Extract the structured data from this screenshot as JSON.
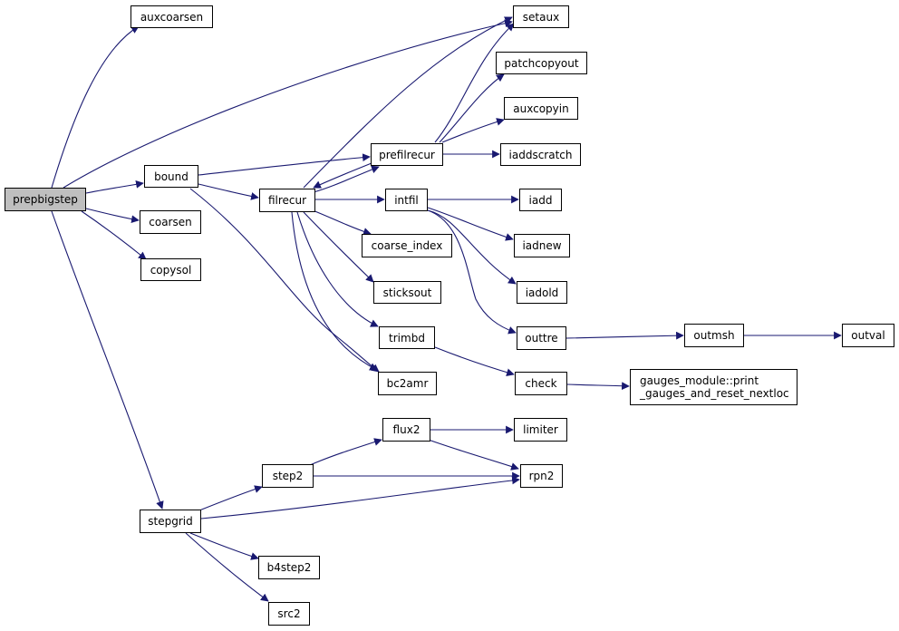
{
  "diagram": {
    "type": "call-graph",
    "root": "prepbigstep",
    "colors": {
      "edge": "#191970",
      "root_fill": "#bfbfbf",
      "node_fill": "#ffffff",
      "border": "#000000"
    },
    "nodes": {
      "prepbigstep": "prepbigstep",
      "auxcoarsen": "auxcoarsen",
      "setaux": "setaux",
      "patchcopyout": "patchcopyout",
      "auxcopyin": "auxcopyin",
      "prefilrecur": "prefilrecur",
      "iaddscratch": "iaddscratch",
      "bound": "bound",
      "filrecur": "filrecur",
      "intfil": "intfil",
      "iadd": "iadd",
      "coarsen": "coarsen",
      "coarse_index": "coarse_index",
      "iadnew": "iadnew",
      "copysol": "copysol",
      "sticksout": "sticksout",
      "iadold": "iadold",
      "trimbd": "trimbd",
      "outtre": "outtre",
      "outmsh": "outmsh",
      "outval": "outval",
      "bc2amr": "bc2amr",
      "check": "check",
      "gauges_line1": "gauges_module::print",
      "gauges_line2": "_gauges_and_reset_nextloc",
      "flux2": "flux2",
      "limiter": "limiter",
      "step2": "step2",
      "rpn2": "rpn2",
      "stepgrid": "stepgrid",
      "b4step2": "b4step2",
      "src2": "src2"
    },
    "edges": [
      [
        "prepbigstep",
        "auxcoarsen"
      ],
      [
        "prepbigstep",
        "setaux"
      ],
      [
        "prepbigstep",
        "bound"
      ],
      [
        "prepbigstep",
        "coarsen"
      ],
      [
        "prepbigstep",
        "copysol"
      ],
      [
        "prepbigstep",
        "stepgrid"
      ],
      [
        "bound",
        "prefilrecur"
      ],
      [
        "bound",
        "filrecur"
      ],
      [
        "bound",
        "bc2amr"
      ],
      [
        "prefilrecur",
        "setaux"
      ],
      [
        "prefilrecur",
        "patchcopyout"
      ],
      [
        "prefilrecur",
        "auxcopyin"
      ],
      [
        "prefilrecur",
        "iaddscratch"
      ],
      [
        "prefilrecur",
        "filrecur"
      ],
      [
        "filrecur",
        "setaux"
      ],
      [
        "filrecur",
        "prefilrecur"
      ],
      [
        "filrecur",
        "intfil"
      ],
      [
        "filrecur",
        "coarse_index"
      ],
      [
        "filrecur",
        "sticksout"
      ],
      [
        "filrecur",
        "trimbd"
      ],
      [
        "filrecur",
        "bc2amr"
      ],
      [
        "intfil",
        "iadd"
      ],
      [
        "intfil",
        "iadnew"
      ],
      [
        "intfil",
        "iadold"
      ],
      [
        "intfil",
        "outtre"
      ],
      [
        "outtre",
        "outmsh"
      ],
      [
        "outmsh",
        "outval"
      ],
      [
        "trimbd",
        "check"
      ],
      [
        "check",
        "gauges_module::print_gauges_and_reset_nextloc"
      ],
      [
        "stepgrid",
        "step2"
      ],
      [
        "stepgrid",
        "rpn2"
      ],
      [
        "stepgrid",
        "b4step2"
      ],
      [
        "stepgrid",
        "src2"
      ],
      [
        "step2",
        "flux2"
      ],
      [
        "step2",
        "rpn2"
      ],
      [
        "flux2",
        "limiter"
      ],
      [
        "flux2",
        "rpn2"
      ]
    ]
  }
}
